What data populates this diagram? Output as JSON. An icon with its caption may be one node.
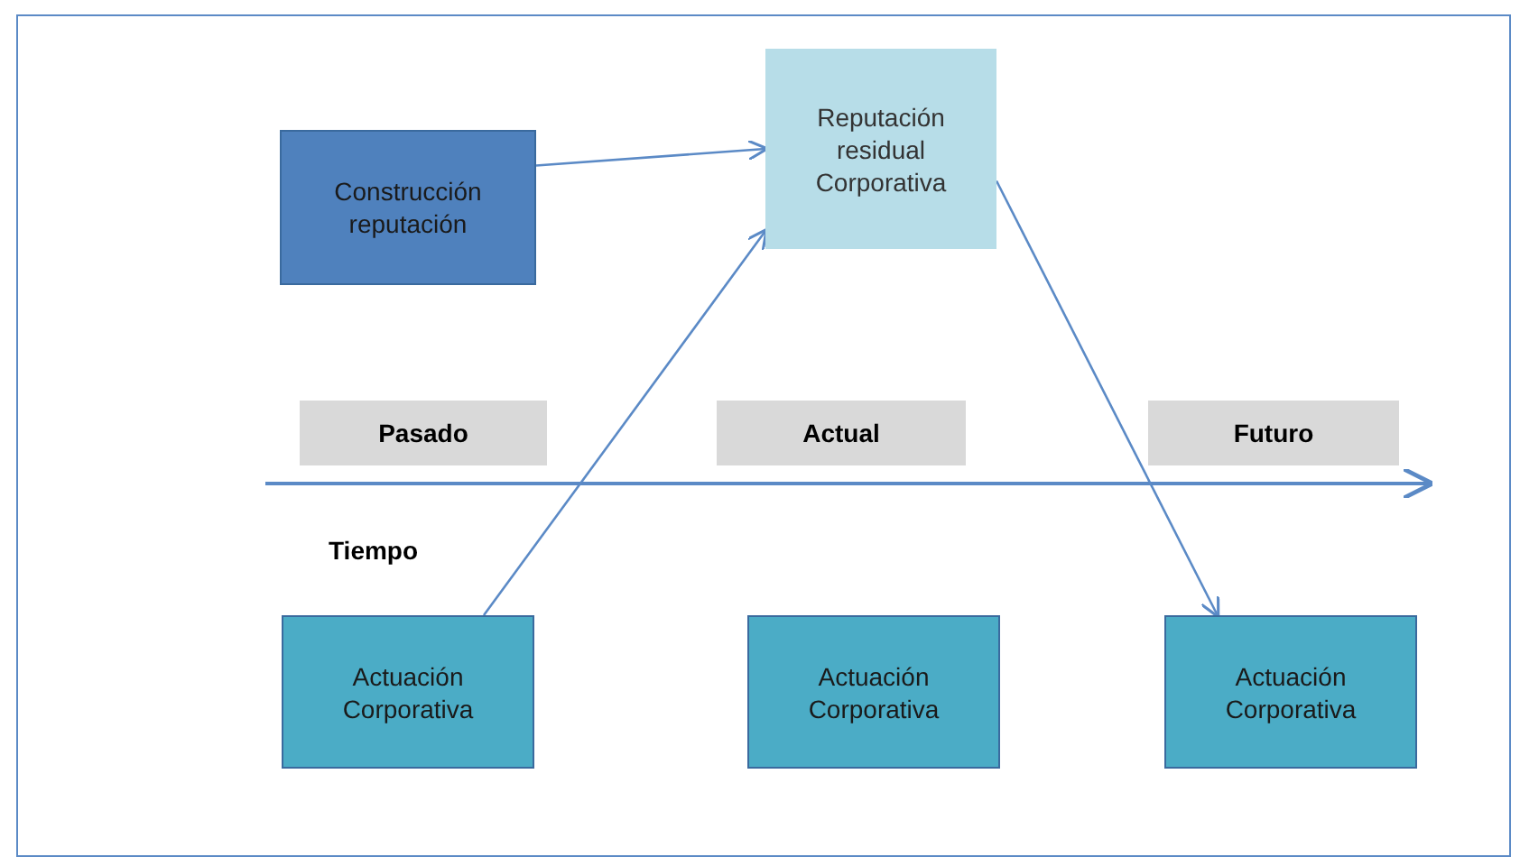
{
  "diagram": {
    "nodes": [
      {
        "text": [
          "Construcción reputación"
        ]
      },
      {
        "text": [
          "Reputación residual Corporativa"
        ]
      },
      {
        "text": [
          "Pasado"
        ]
      },
      {
        "text": [
          "Actual"
        ]
      },
      {
        "text": [
          "Futuro"
        ]
      },
      {
        "text": [
          "Actuación Corporativa"
        ]
      },
      {
        "text": [
          "Actuación Corporativa"
        ]
      },
      {
        "text": [
          "Actuación Corporativa"
        ]
      }
    ],
    "edges": [
      {
        "from": 0,
        "to": 1,
        "arrow": "to"
      },
      {
        "from": 5,
        "to": 1,
        "arrow": "to"
      },
      {
        "from": 1,
        "to": 7,
        "arrow": "to"
      }
    ],
    "labels": [
      "Tiempo"
    ]
  }
}
